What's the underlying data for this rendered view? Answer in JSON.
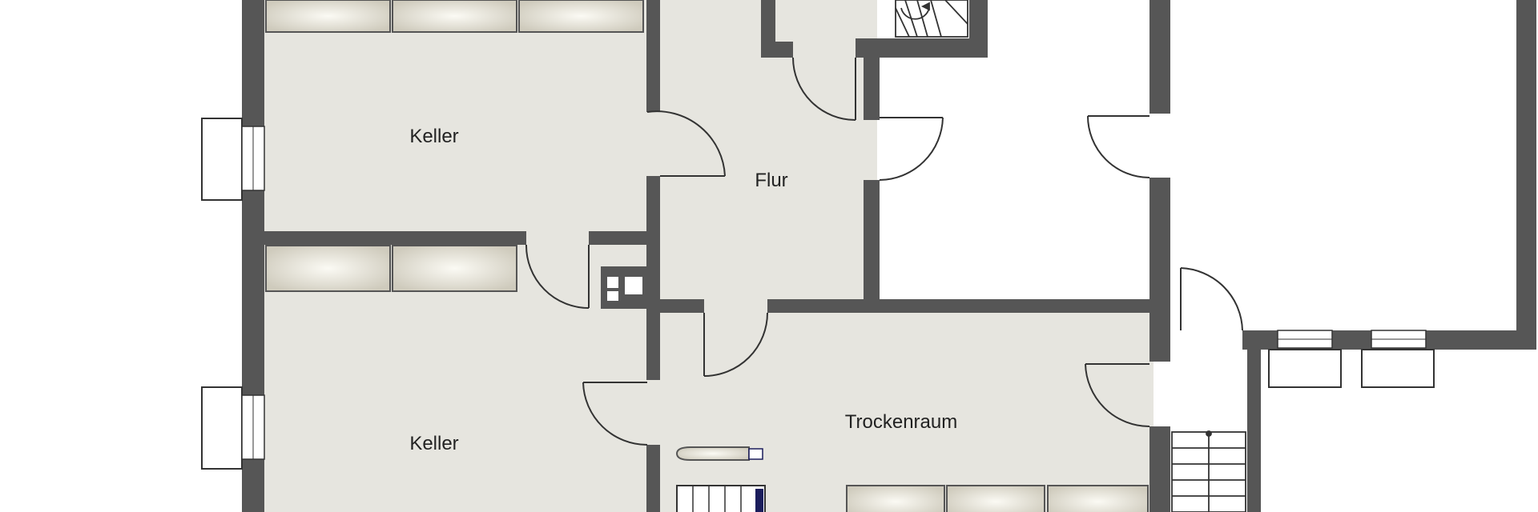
{
  "rooms": [
    {
      "id": "keller_top",
      "label": "Keller"
    },
    {
      "id": "flur",
      "label": "Flur"
    },
    {
      "id": "keller_bottom",
      "label": "Keller"
    },
    {
      "id": "trockenraum",
      "label": "Trockenraum"
    }
  ],
  "colors": {
    "wall": "#565656",
    "floor": "#e6e5df",
    "outside": "#ffffff",
    "door_arc": "#333333",
    "cabinet_fill": "#d8d6cb",
    "cabinet_light": "#fbfaf4",
    "appliance_navy": "#1b1d5c"
  }
}
